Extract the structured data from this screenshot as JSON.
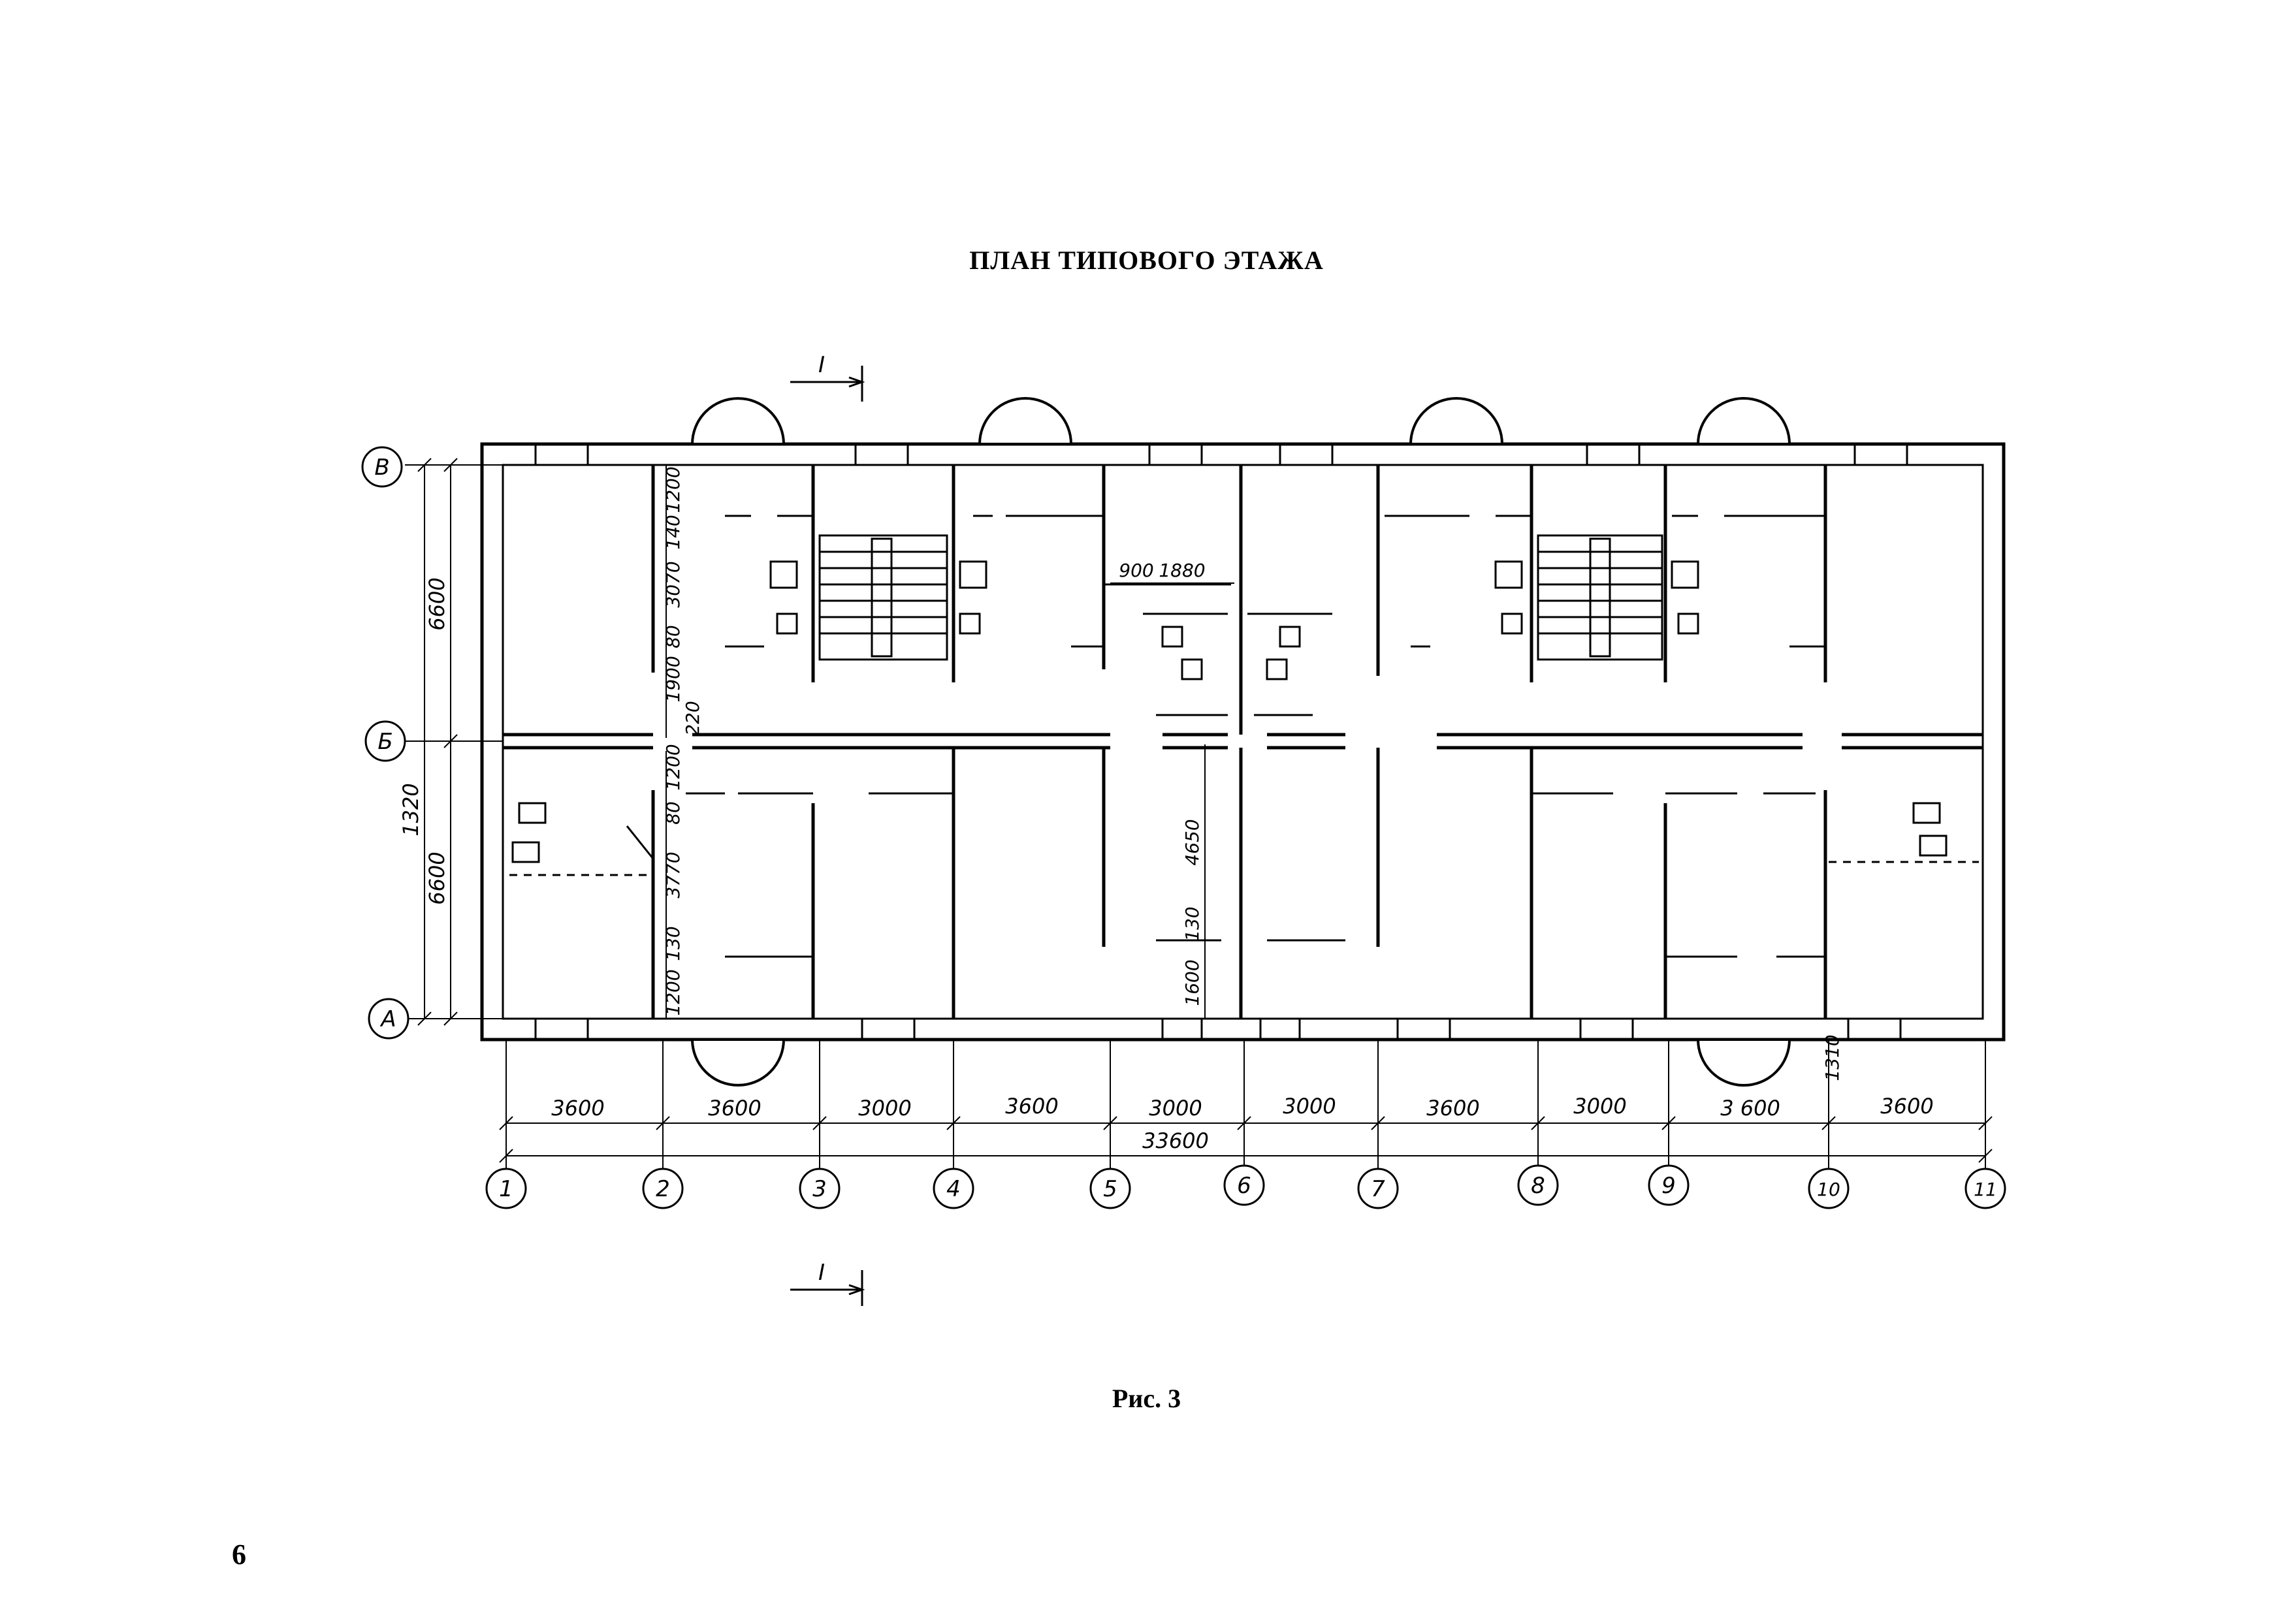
{
  "title": "ПЛАН ТИПОВОГО ЭТАЖА",
  "caption": "Рис. 3",
  "page_number": "6",
  "section_mark": "I",
  "axes_columns": [
    "1",
    "2",
    "3",
    "4",
    "5",
    "6",
    "7",
    "8",
    "9",
    "10",
    "11"
  ],
  "axes_rows": [
    "В",
    "Б",
    "А"
  ],
  "column_spacings": [
    "3600",
    "3600",
    "3000",
    "3600",
    "3000",
    "3000",
    "3600",
    "3000",
    "3 600",
    "3600"
  ],
  "total_length": "33600",
  "row_spacings": [
    "6600",
    "6600"
  ],
  "total_width": "1320",
  "stair_dims": [
    "1200",
    "140",
    "3070",
    "80",
    "1900",
    "220"
  ],
  "lower_dims": [
    "1200",
    "80",
    "3770",
    "130",
    "1200"
  ],
  "center_dims": [
    "900",
    "1880",
    "4650",
    "130",
    "1600"
  ],
  "right_dim": "1310"
}
